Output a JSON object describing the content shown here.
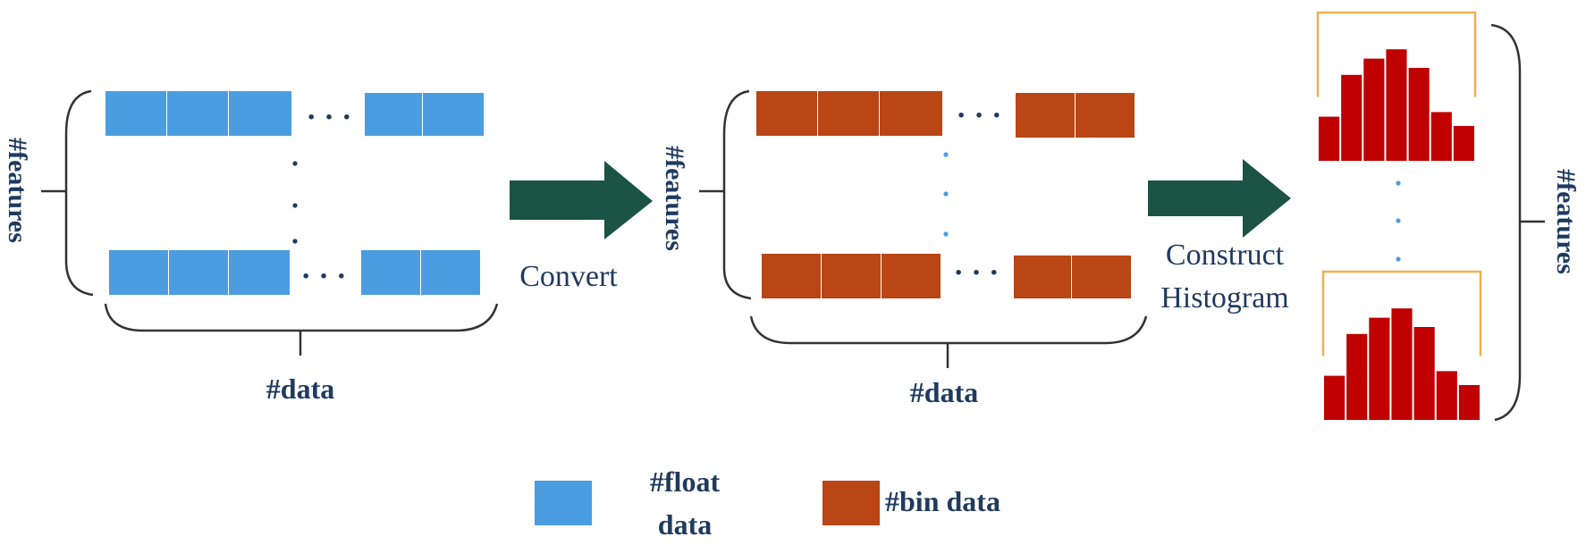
{
  "colors": {
    "float": "#4a9de0",
    "bin": "#b94614",
    "histogram_bar": "#c00000",
    "histogram_frame": "#f0b050",
    "arrow": "#1b5445",
    "text": "#1f3a5f"
  },
  "labels": {
    "features_1": "#features",
    "features_2": "#features",
    "features_3": "#features",
    "data_1": "#data",
    "data_2": "#data",
    "convert": "Convert",
    "construct_line1": "Construct",
    "construct_line2": "Histogram",
    "ellipsis": "· · ·"
  },
  "legend": {
    "float_line1": "#float",
    "float_line2": "data",
    "bin": "#bin data"
  },
  "histogram": {
    "values": [
      0.38,
      0.74,
      0.88,
      0.96,
      0.8,
      0.42,
      0.3
    ]
  }
}
